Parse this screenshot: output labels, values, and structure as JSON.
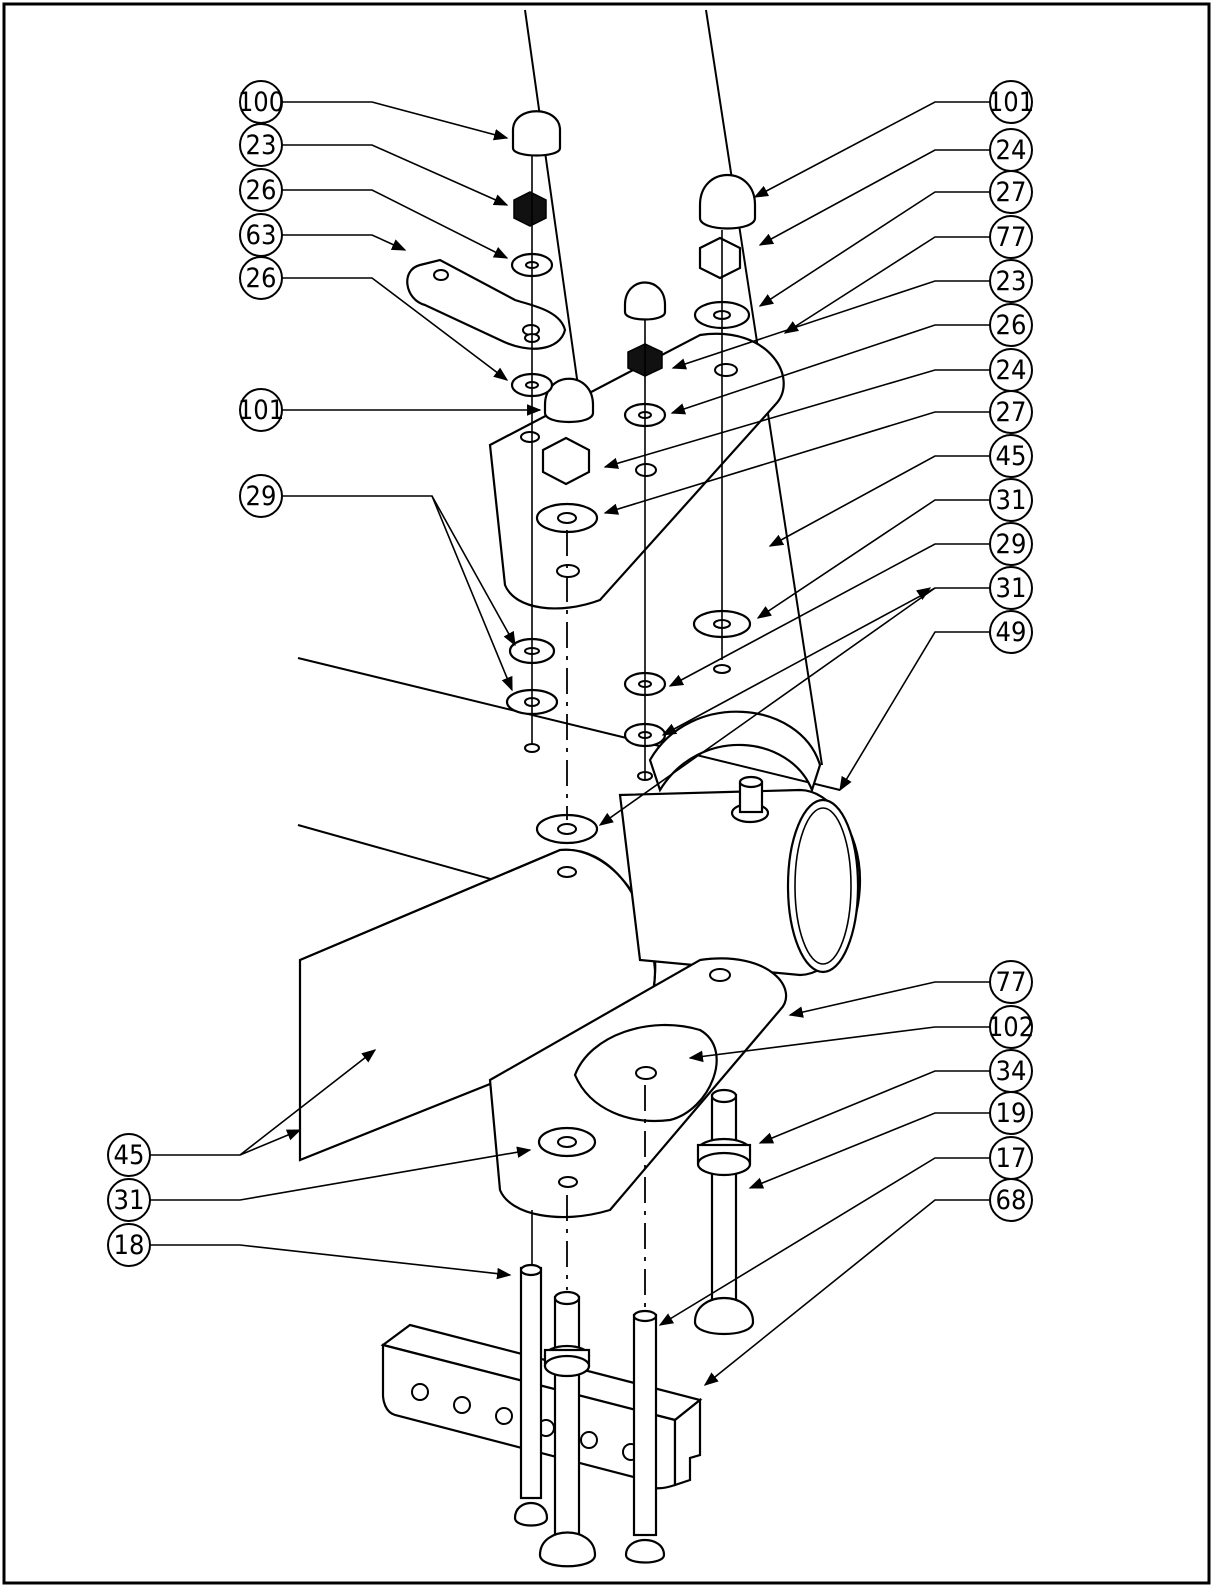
{
  "drawing": {
    "callouts": [
      {
        "key": "c100",
        "label": "100"
      },
      {
        "key": "c23a",
        "label": "23"
      },
      {
        "key": "c26a",
        "label": "26"
      },
      {
        "key": "c63",
        "label": "63"
      },
      {
        "key": "c26b",
        "label": "26"
      },
      {
        "key": "c101a",
        "label": "101"
      },
      {
        "key": "c29a",
        "label": "29"
      },
      {
        "key": "c101b",
        "label": "101"
      },
      {
        "key": "c24a",
        "label": "24"
      },
      {
        "key": "c27a",
        "label": "27"
      },
      {
        "key": "c77a",
        "label": "77"
      },
      {
        "key": "c23b",
        "label": "23"
      },
      {
        "key": "c26c",
        "label": "26"
      },
      {
        "key": "c24b",
        "label": "24"
      },
      {
        "key": "c27b",
        "label": "27"
      },
      {
        "key": "c45a",
        "label": "45"
      },
      {
        "key": "c31a",
        "label": "31"
      },
      {
        "key": "c29b",
        "label": "29"
      },
      {
        "key": "c31b",
        "label": "31"
      },
      {
        "key": "c49",
        "label": "49"
      },
      {
        "key": "c77b",
        "label": "77"
      },
      {
        "key": "c102",
        "label": "102"
      },
      {
        "key": "c34",
        "label": "34"
      },
      {
        "key": "c19",
        "label": "19"
      },
      {
        "key": "c17",
        "label": "17"
      },
      {
        "key": "c68",
        "label": "68"
      },
      {
        "key": "c45b",
        "label": "45"
      },
      {
        "key": "c31c",
        "label": "31"
      },
      {
        "key": "c18",
        "label": "18"
      }
    ]
  }
}
